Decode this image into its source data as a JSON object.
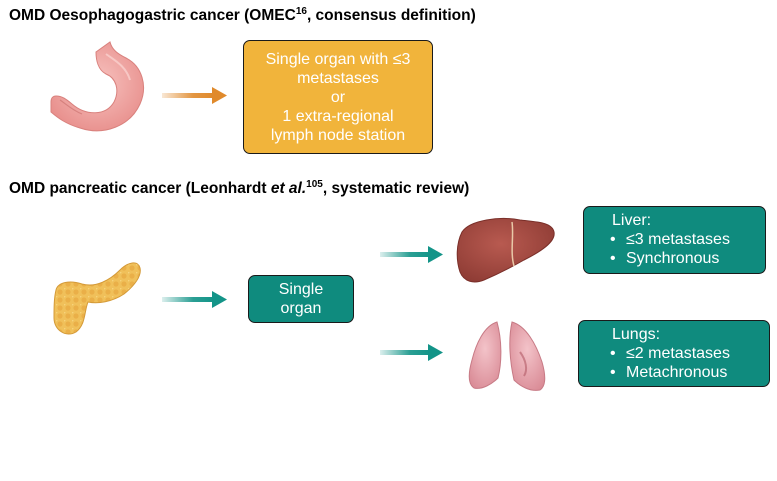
{
  "headings": {
    "oesophagogastric": {
      "main": "OMD Oesophagogastric cancer (OMEC",
      "sup": "16",
      "rest": ", consensus definition)"
    },
    "pancreatic": {
      "main": "OMD pancreatic cancer (Leonhardt ",
      "italic": "et al.",
      "sup": "105",
      "rest": ", systematic review)"
    }
  },
  "oeso_box": {
    "lines": [
      "Single organ with ≤3",
      "metastases",
      "or",
      "1 extra-regional",
      "lymph node station"
    ]
  },
  "single_organ_box": {
    "lines": [
      "Single",
      "organ"
    ]
  },
  "liver_box": {
    "title": "Liver:",
    "items": [
      "≤3 metastases",
      "Synchronous"
    ]
  },
  "lungs_box": {
    "title": "Lungs:",
    "items": [
      "≤2 metastases",
      "Metachronous"
    ]
  },
  "icons": {
    "stomach": "stomach-icon",
    "pancreas": "pancreas-icon",
    "liver": "liver-icon",
    "lungs": "lungs-icon"
  },
  "colors": {
    "orange_box": "#f1b43b",
    "orange_arrow": "#e08a2c",
    "teal": "#0f8b7e",
    "teal_arrow": "#139488",
    "stomach": "#f2a9a6",
    "pancreas": "#f0c05a",
    "liver": "#a0453d",
    "lungs": "#e6a4ad"
  }
}
